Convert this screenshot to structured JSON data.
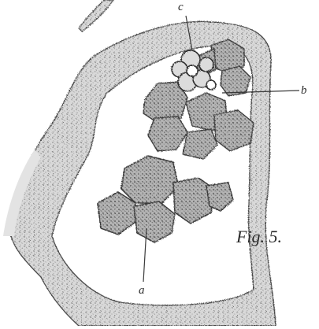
{
  "labels": {
    "c": "c",
    "b": "b",
    "a": "a",
    "figure": "Fig. 5."
  },
  "colors": {
    "ink": "#3a3a3a",
    "stipple": "#b8b8b8",
    "cell_fill": "#9a9a9a",
    "paper": "#ffffff"
  }
}
